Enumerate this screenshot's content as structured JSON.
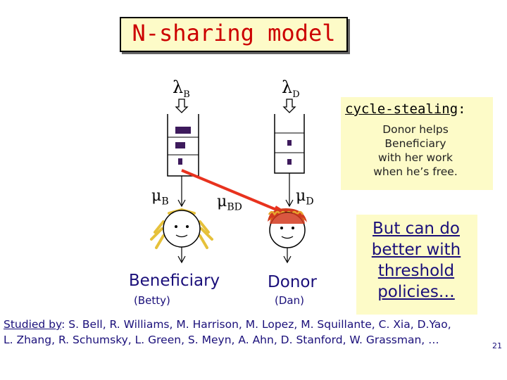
{
  "title": "N-sharing model",
  "lambda_b": {
    "symbol": "λ",
    "sub": "B"
  },
  "lambda_d": {
    "symbol": "λ",
    "sub": "D"
  },
  "mu_b": {
    "symbol": "μ",
    "sub": "B"
  },
  "mu_bd": {
    "symbol": "μ",
    "sub": "BD"
  },
  "mu_d": {
    "symbol": "μ",
    "sub": "D"
  },
  "cycle_stealing": {
    "title": "cycle-stealing",
    "colon": ":",
    "lines": [
      "Donor helps",
      "Beneficiary",
      "with her work",
      "when he’s free."
    ]
  },
  "threshold_note": [
    "But can do",
    "better with",
    "threshold",
    "policies…"
  ],
  "beneficiary": {
    "role": "Beneficiary",
    "name": "(Betty)"
  },
  "donor": {
    "role": "Donor",
    "name": "(Dan)"
  },
  "studied_by": {
    "label": "Studied by",
    "line1": ": S. Bell, R. Williams, M. Harrison, M. Lopez, M. Squillante, C. Xia, D.Yao,",
    "line2": "L. Zhang, R. Schumsky, L. Green, S. Meyn, A. Ahn, D. Stanford, W. Grassman, …"
  },
  "slide_number": "21",
  "colors": {
    "title_red": "#cc0000",
    "navy": "#1a0f7a",
    "callout_bg": "#fdfbc8",
    "job_purple": "#3d1a5c",
    "arrow_red": "#e8321e"
  }
}
